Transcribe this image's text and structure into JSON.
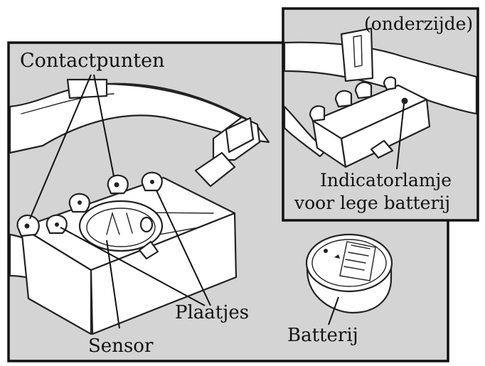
{
  "labels": {
    "contactpunten": "Contactpunten",
    "onderzijde": "(onderzijde)",
    "indicator_line1": "Indicatorlamje",
    "indicator_line2": "voor lege batterij",
    "plaatjes": "Plaatjes",
    "sensor": "Sensor",
    "batterij": "Batterij"
  },
  "colors": {
    "panel_bg": "#d4d4d4",
    "ink": "#111111",
    "fill": "#ffffff"
  }
}
